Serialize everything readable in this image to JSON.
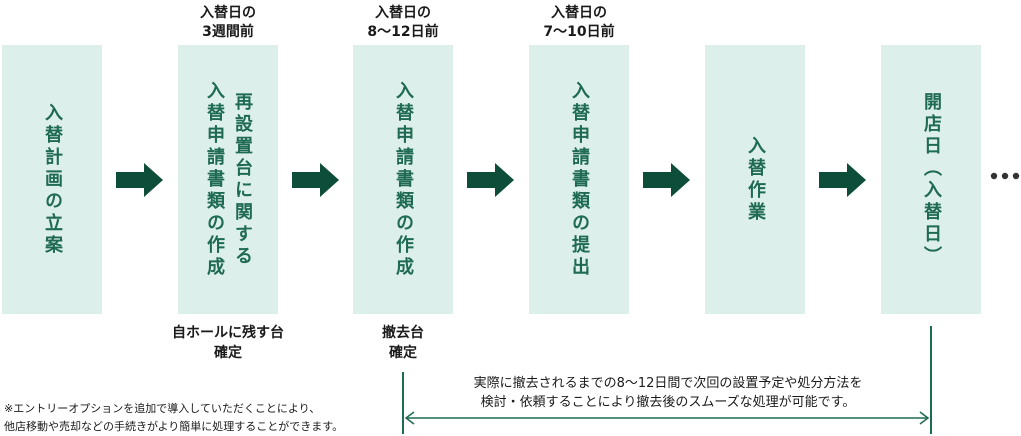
{
  "headers": [
    {
      "text": "入替日の\n3週間前"
    },
    {
      "text": "入替日の\n8〜12日前"
    },
    {
      "text": "入替日の\n7〜10日前"
    }
  ],
  "steps": [
    {
      "lines": [
        "入替計画の立案"
      ]
    },
    {
      "lines": [
        "再設置台に関する",
        "入替申請書類の作成"
      ]
    },
    {
      "lines": [
        "入替申請書類の作成"
      ]
    },
    {
      "lines": [
        "入替申請書類の提出"
      ]
    },
    {
      "lines": [
        "入替作業"
      ]
    },
    {
      "lines": [
        "開店日（入替日）"
      ]
    }
  ],
  "under_labels": [
    {
      "text": "自ホールに残す台\n確定"
    },
    {
      "text": "撤去台\n確定"
    }
  ],
  "continuation": "•••",
  "span_text": "実際に撤去されるまでの8〜12日間で次回の設置予定や処分方法を\n検討・依頼することにより撤去後のスムーズな処理が可能です。",
  "note": "※エントリーオプションを追加で導入していただくことにより、\n他店移動や売却などの手続きがより簡単に処理することができます。",
  "colors": {
    "box_fill": "#dcefeb",
    "text_green": "#1f6a52",
    "arrow": "#0e4d3a"
  }
}
